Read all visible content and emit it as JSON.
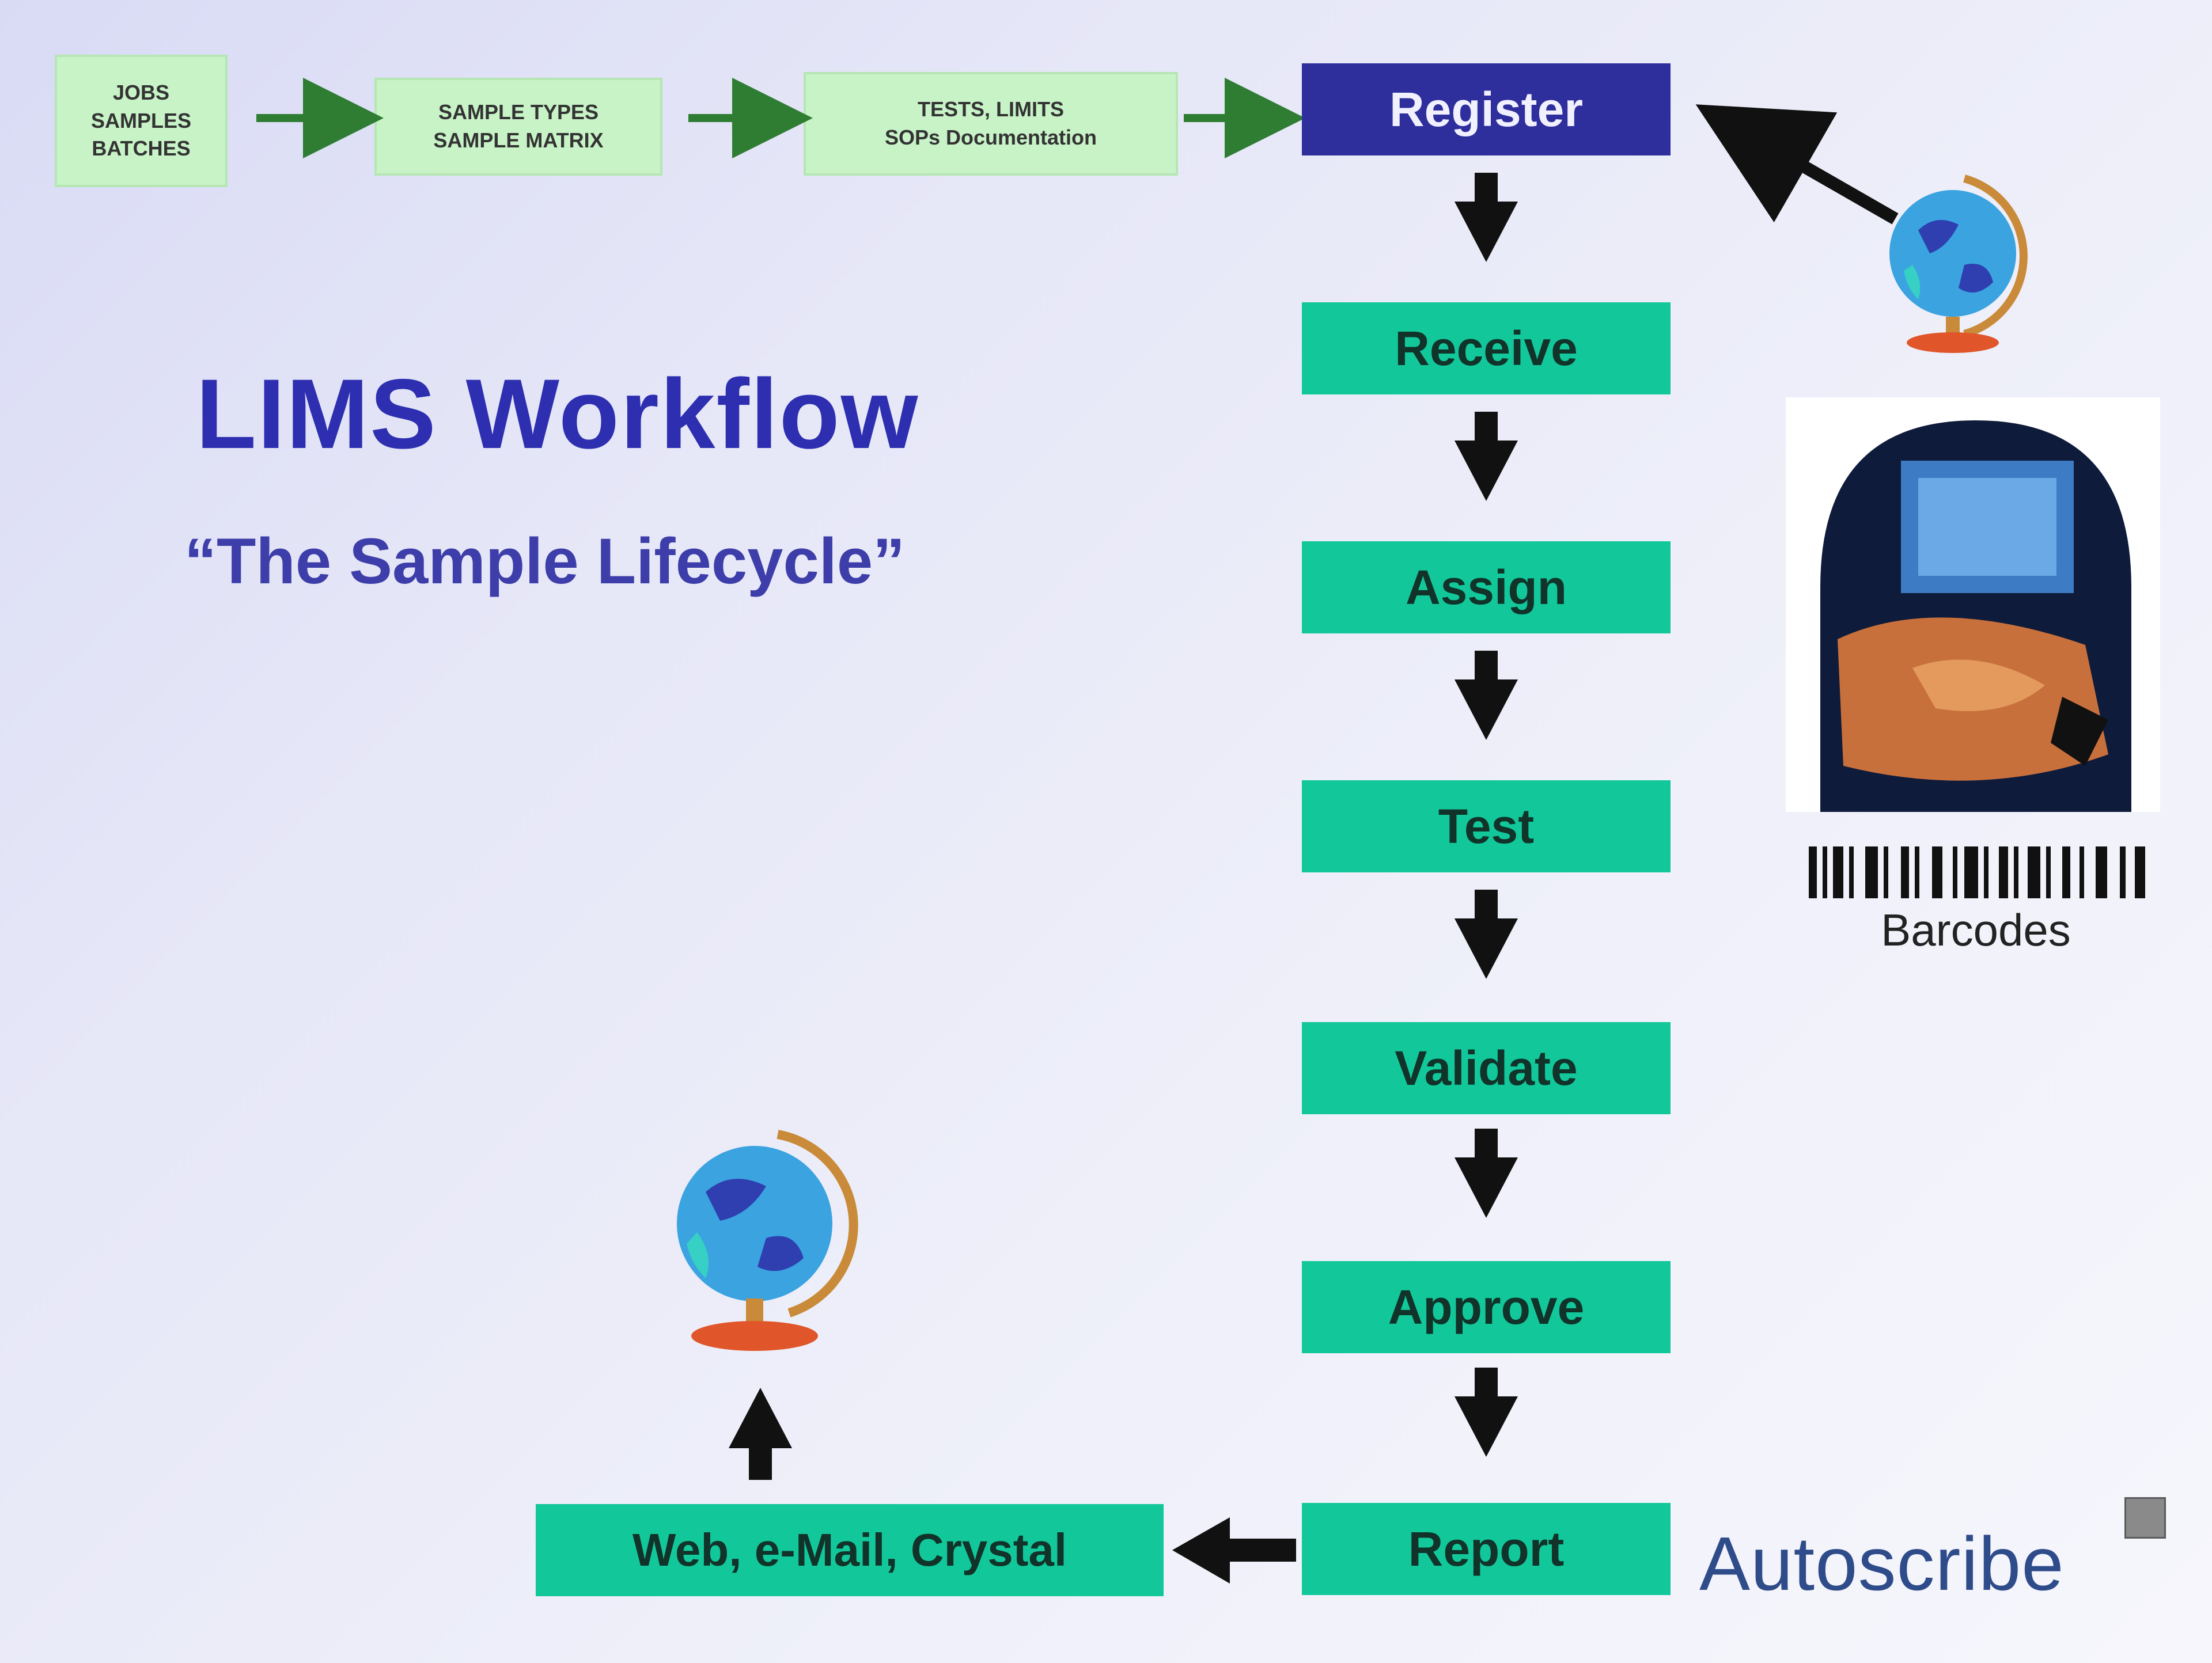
{
  "title": "LIMS Workflow",
  "subtitle": "“The Sample Lifecycle”",
  "pre_steps": [
    "JOBS\nSAMPLES\nBATCHES",
    "SAMPLE TYPES\nSAMPLE MATRIX",
    "TESTS, LIMITS\nSOPs Documentation"
  ],
  "register": "Register",
  "steps": [
    "Receive",
    "Assign",
    "Test",
    "Validate",
    "Approve",
    "Report"
  ],
  "output": "Web, e-Mail, Crystal",
  "barcode_label": "Barcodes",
  "logo": "Autoscribe",
  "colors": {
    "title": "#2d2fb0",
    "register": "#2e2e9c",
    "step": "#12c89a",
    "pre_step": "#c8f3c7",
    "arrow": "#111111",
    "pre_arrow": "#2e7d32"
  },
  "icons": [
    "globe-icon",
    "arrow-down-icon",
    "arrow-right-icon",
    "arrow-left-icon",
    "arrow-up-icon",
    "barcode-icon"
  ]
}
